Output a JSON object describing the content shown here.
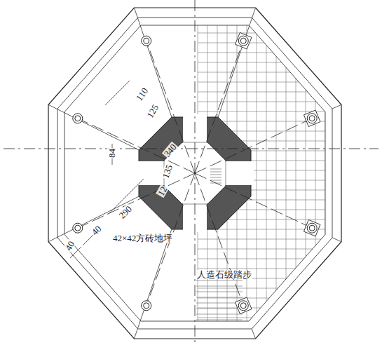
{
  "diagram": {
    "labels": [
      "110",
      "125",
      "84",
      "340",
      "135",
      "12",
      "290",
      "40",
      "40",
      "42×42方砖地坪",
      "人造石级踏步"
    ]
  }
}
